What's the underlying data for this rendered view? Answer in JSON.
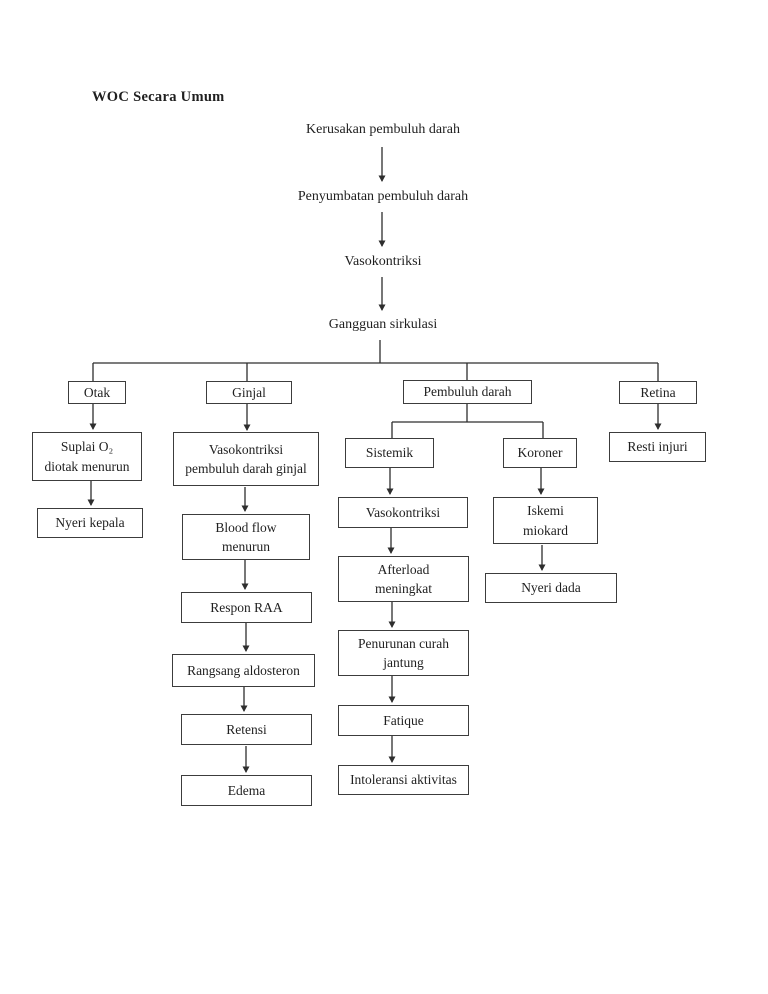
{
  "page": {
    "title": "WOC Secara Umum"
  },
  "diagram": {
    "root_chain": [
      "Kerusakan pembuluh darah",
      "Penyumbatan pembuluh darah",
      "Vasokontriksi",
      "Gangguan sirkulasi"
    ],
    "branches": {
      "otak": {
        "header": "Otak",
        "nodes": [
          "Suplai O₂\ndiotak menurun",
          "Nyeri kepala"
        ]
      },
      "ginjal": {
        "header": "Ginjal",
        "nodes": [
          "Vasokontriksi\npembuluh darah ginjal",
          "Blood flow\nmenurun",
          "Respon RAA",
          "Rangsang aldosteron",
          "Retensi",
          "Edema"
        ]
      },
      "pembuluh_darah": {
        "header": "Pembuluh darah",
        "sistemik": {
          "header": "Sistemik",
          "nodes": [
            "Vasokontriksi",
            "Afterload\nmeningkat",
            "Penurunan curah\njantung",
            "Fatique",
            "Intoleransi aktivitas"
          ]
        },
        "koroner": {
          "header": "Koroner",
          "nodes": [
            "Iskemi\nmiokard",
            "Nyeri dada"
          ]
        }
      },
      "retina": {
        "header": "Retina",
        "nodes": [
          "Resti injuri"
        ]
      }
    },
    "line_color": "#2e2e2e"
  }
}
